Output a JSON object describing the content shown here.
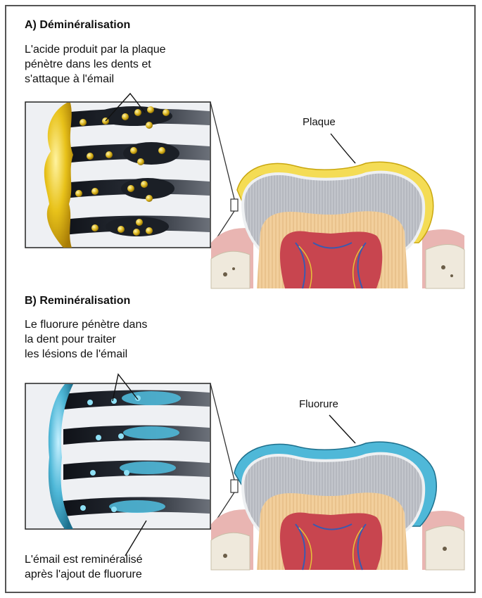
{
  "section_a": {
    "title": "A) Déminéralisation",
    "description_lines": [
      "L'acide produit par la plaque",
      "pénètre dans les dents et",
      "s'attaque à l'émail"
    ],
    "callout": "Plaque"
  },
  "section_b": {
    "title": "B) Reminéralisation",
    "description_lines": [
      "Le fluorure pénètre dans",
      "la dent pour traiter",
      "les lésions de l'émail"
    ],
    "callout": "Fluorure",
    "bottom_lines": [
      "L'émail est reminéralisé",
      "après l'ajout de fluorure"
    ]
  },
  "colors": {
    "plaque": "#e8c21a",
    "fluoride": "#4fb8d8",
    "enamel": "#d5d8dc",
    "dentin": "#f2cf9c",
    "pulp": "#c8454f",
    "gum": "#e9b5b2",
    "bone": "#efe9dc",
    "rod": "#2a2f38"
  }
}
